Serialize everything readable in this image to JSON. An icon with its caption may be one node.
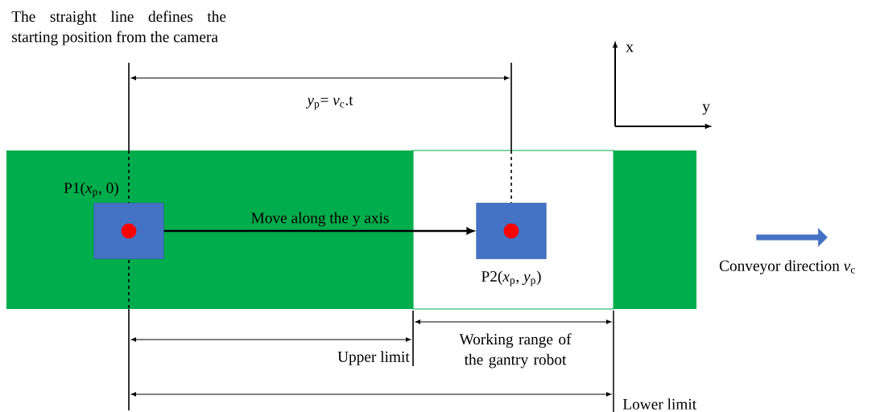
{
  "diagram": {
    "nodes": [
      {
        "text": [],
        "shape": "box",
        "beside": [
          "P1(*x*$_{p}$, 0)"
        ]
      },
      {
        "text": [],
        "shape": "box",
        "beside": [
          "P2(*x*$_{p}$, *y*$_{p}$)"
        ]
      }
    ],
    "edges": [
      {
        "from": 0,
        "to": 1,
        "arrow": "to",
        "label": "Move along the y axis"
      }
    ],
    "labels": [
      "The straight line defines the starting position from the camera",
      "*y*$_{p}$= *v*$_{c}$.t",
      "x",
      "y",
      "Conveyor direction *v*$_{c}$",
      "Upper limit",
      "Working range of the gantry robot",
      "Lower limit"
    ]
  }
}
